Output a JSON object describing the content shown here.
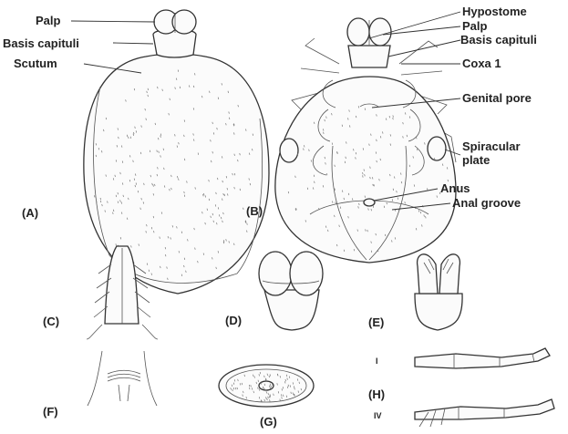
{
  "figure": {
    "panels": {
      "A": "(A)",
      "B": "(B)",
      "C": "(C)",
      "D": "(D)",
      "E": "(E)",
      "F": "(F)",
      "G": "(G)",
      "H": "(H)"
    },
    "dorsal_labels": {
      "palp": "Palp",
      "basis_capituli": "Basis capituli",
      "scutum": "Scutum"
    },
    "ventral_labels": {
      "hypostome": "Hypostome",
      "palp": "Palp",
      "basis_capituli": "Basis capituli",
      "coxa1": "Coxa 1",
      "genital_pore": "Genital pore",
      "spiracular_plate_line1": "Spiracular",
      "spiracular_plate_line2": "plate",
      "anus": "Anus",
      "anal_groove": "Anal groove"
    },
    "leg_labels": {
      "leg1": "I",
      "leg4": "IV"
    }
  }
}
